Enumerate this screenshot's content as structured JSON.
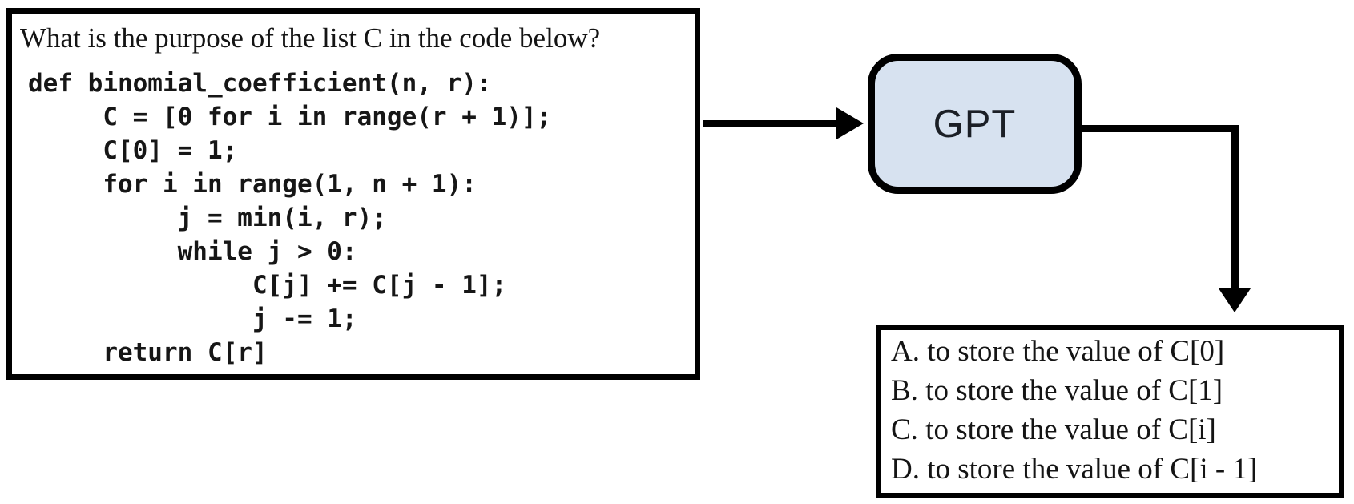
{
  "question_box": {
    "question": "What is the purpose of the list C in the code below?",
    "code_lines": [
      "def binomial_coefficient(n, r):",
      "     C = [0 for i in range(r + 1)];",
      "     C[0] = 1;",
      "     for i in range(1, n + 1):",
      "          j = min(i, r);",
      "          while j > 0:",
      "               C[j] += C[j - 1];",
      "               j -= 1;",
      "     return C[r]"
    ]
  },
  "model_box": {
    "label": "GPT",
    "fill_color": "#d7e2f0",
    "border_color": "#000000"
  },
  "answers_box": {
    "options": [
      "A. to store the value of C[0]",
      "B. to store the value of C[1]",
      "C. to store the value of C[i]",
      "D. to store the value of C[i - 1]"
    ]
  },
  "arrows": {
    "question_to_model": "right",
    "model_to_answers": "right-then-down"
  }
}
